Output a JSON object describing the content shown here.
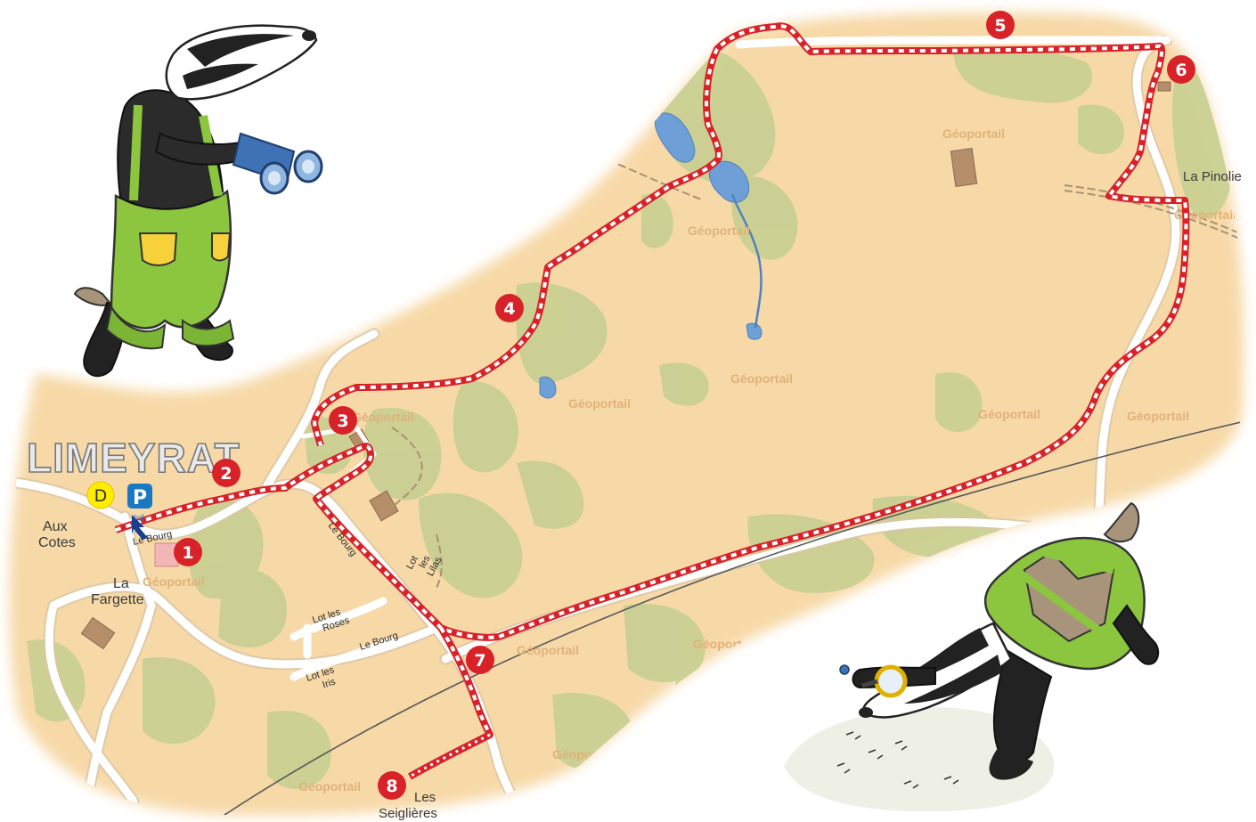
{
  "map": {
    "town": "LIMEYRAT",
    "places": [
      {
        "id": "aux-cotes",
        "lines": [
          "Aux",
          "Cotes"
        ]
      },
      {
        "id": "la-fargette",
        "lines": [
          "La",
          "Fargette"
        ]
      },
      {
        "id": "la-pinolie",
        "lines": [
          "La Pinolie"
        ]
      },
      {
        "id": "les-seiglieres",
        "lines": [
          "Les",
          "Seiglières"
        ]
      }
    ],
    "roads": [
      {
        "id": "le-bourg-1",
        "text": "Le Bourg"
      },
      {
        "id": "le-bourg-2",
        "text": "Le Bourg"
      },
      {
        "id": "le-bourg-3",
        "text": "Le Bourg"
      },
      {
        "id": "lot-les-roses",
        "lines": [
          "Lot les",
          "Roses"
        ]
      },
      {
        "id": "lot-les-iris",
        "lines": [
          "Lot les",
          "Iris"
        ]
      },
      {
        "id": "lot-les-lilas",
        "lines": [
          "Lot",
          "les",
          "Lilas"
        ]
      }
    ],
    "watermark": "Géoportail",
    "start_marker": "D",
    "parking_marker": "P",
    "info_text": "Inf",
    "waypoints": [
      "1",
      "2",
      "3",
      "4",
      "5",
      "6",
      "7",
      "8"
    ],
    "colors": {
      "terrain": "#f7d9a7",
      "forest": "#c7cf91",
      "water": "#6e9fd6",
      "road": "#ffffff",
      "trail": "#d8222a",
      "marker": "#d8222a",
      "start": "#ffed00",
      "parking": "#1a78c2"
    },
    "icons": [
      "badger-binoculars-icon",
      "badger-magnifier-icon",
      "parking-icon",
      "start-icon"
    ]
  }
}
